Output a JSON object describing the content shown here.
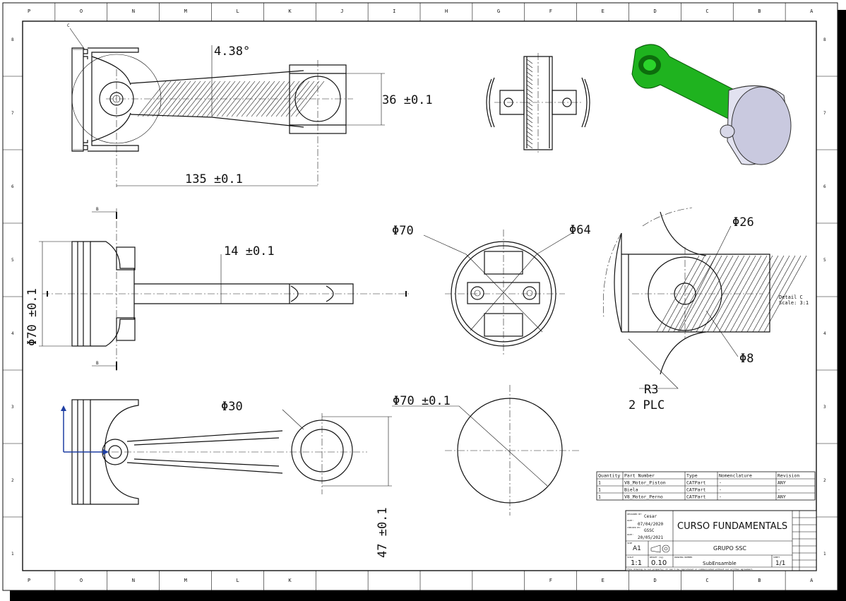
{
  "frame": {
    "top_letters": [
      "P",
      "O",
      "N",
      "M",
      "L",
      "K",
      "J",
      "I",
      "H",
      "G",
      "F",
      "E",
      "D",
      "C",
      "B",
      "A"
    ],
    "bottom_letters": [
      "P",
      "O",
      "N",
      "M",
      "L",
      "K",
      "F",
      "E",
      "D",
      "C",
      "B",
      "A"
    ],
    "side_numbers": [
      "8",
      "7",
      "6",
      "5",
      "4",
      "3",
      "2",
      "1"
    ]
  },
  "views": {
    "top_left": {
      "detail_marker": "C",
      "angle": "4.38°",
      "dim_length": "135 ±0.1",
      "dim_height": "36 ±0.1"
    },
    "middle_left": {
      "section_marker": "B",
      "dim_diameter": "Φ70 ±0.1",
      "dim_width": "14 ±0.1"
    },
    "middle_center": {
      "dim_outer": "Φ70",
      "dim_inner": "Φ64"
    },
    "detail_c": {
      "title": "Detail C",
      "scale": "Scale:  3:1",
      "dim_d26": "Φ26",
      "dim_d8": "Φ8",
      "radius": "R3",
      "radius_note": "2 PLC"
    },
    "bottom_left": {
      "dim_bore": "Φ30",
      "dim_height": "47 ±0.1"
    },
    "bottom_center": {
      "dim_diameter": "Φ70 ±0.1"
    }
  },
  "bom": {
    "headers": [
      "Quantity",
      "Part Number",
      "Type",
      "Nomenclature",
      "Revision"
    ],
    "rows": [
      [
        "1",
        "V8_Motor_Piston",
        "CATPart",
        "-",
        "ANY"
      ],
      [
        "1",
        "Biela",
        "CATPart",
        "-",
        "-"
      ],
      [
        "1",
        "V8_Motor_Perno",
        "CATPart",
        "-",
        "ANY"
      ]
    ]
  },
  "title_block": {
    "drawn_by": "Cesar",
    "drawn_date": "07/04/2020",
    "checked_by": "GSSC",
    "checked_date": "20/05/2021",
    "title": "CURSO FUNDAMENTALS",
    "company": "GRUPO SSC",
    "size": "A1",
    "scale": "1:1",
    "weight": "0.10",
    "drawing_name": "SubEnsamble",
    "sheet": "1/1",
    "small_fields": [
      "DESIGNED BY:",
      "DATE:",
      "CHECKED BY:",
      "DATE:",
      "SIZE",
      "SCALE",
      "WEIGHT (kg)",
      "DRAWING NUMBER",
      "SHEET"
    ],
    "disclaimer": "This drawing is our property; it can't be reproduced or communicated without our written agreement."
  },
  "colors": {
    "rod_green": "#1fb31f",
    "piston_gray": "#c9c9df",
    "axis_blue": "#1f3fa3"
  }
}
